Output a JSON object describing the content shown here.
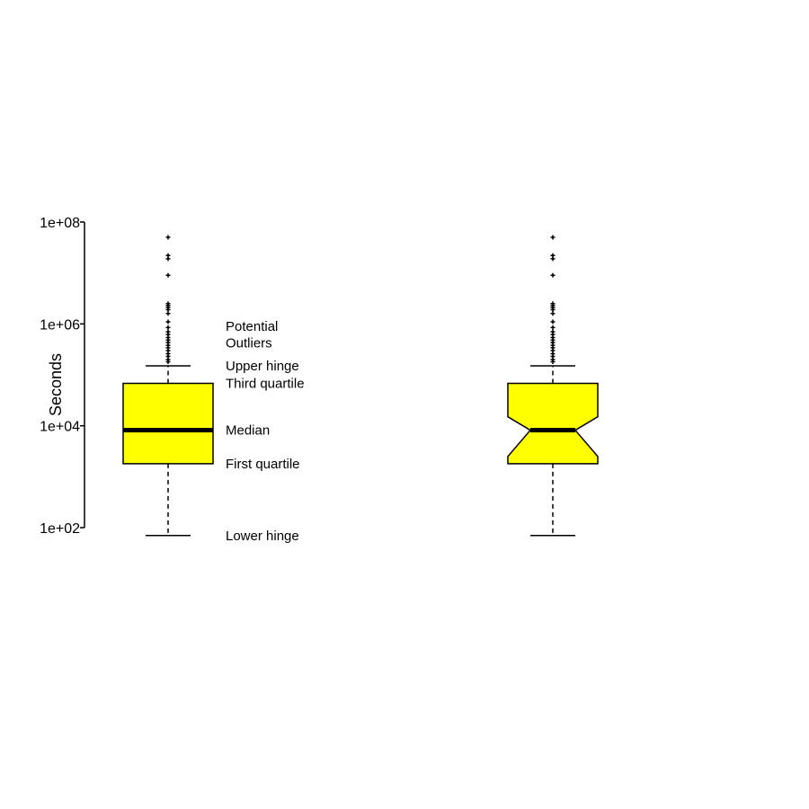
{
  "chart_data": {
    "type": "boxplot",
    "title": "",
    "xlabel": "",
    "ylabel": "Seconds",
    "y_scale": "log10",
    "ylim": [
      100,
      100000000
    ],
    "y_ticks": [
      {
        "value": 100,
        "label": "1e+02"
      },
      {
        "value": 10000,
        "label": "1e+04"
      },
      {
        "value": 1000000,
        "label": "1e+06"
      },
      {
        "value": 100000000,
        "label": "1e+08"
      }
    ],
    "grid": false,
    "legend": "none",
    "colors": {
      "box_fill": "#ffff00",
      "stroke": "#000000"
    },
    "boxes": [
      {
        "notched": false,
        "lower_whisker": 70,
        "q1": 1800,
        "median": 8200,
        "q3": 68000,
        "upper_whisker": 150000,
        "outliers": [
          180000,
          200000,
          230000,
          260000,
          300000,
          340000,
          380000,
          430000,
          480000,
          540000,
          620000,
          700000,
          850000,
          1100000,
          1600000,
          1900000,
          2100000,
          2300000,
          2500000,
          9000000,
          19000000,
          22000000,
          50000000
        ]
      },
      {
        "notched": true,
        "notch_low": 2500,
        "notch_high": 15000,
        "lower_whisker": 70,
        "q1": 1800,
        "median": 8200,
        "q3": 68000,
        "upper_whisker": 150000,
        "outliers": [
          180000,
          200000,
          230000,
          260000,
          300000,
          340000,
          380000,
          430000,
          480000,
          540000,
          620000,
          700000,
          850000,
          1100000,
          1600000,
          1900000,
          2100000,
          2300000,
          2500000,
          9000000,
          19000000,
          22000000,
          50000000
        ]
      }
    ],
    "annotations": [
      {
        "text": "Potential",
        "value": 900000
      },
      {
        "text": "Outliers",
        "value": 420000
      },
      {
        "text": "Upper hinge",
        "value": 150000
      },
      {
        "text": "Third quartile",
        "value": 68000
      },
      {
        "text": "Median",
        "value": 8200
      },
      {
        "text": "First quartile",
        "value": 1800
      },
      {
        "text": "Lower hinge",
        "value": 70
      }
    ]
  }
}
